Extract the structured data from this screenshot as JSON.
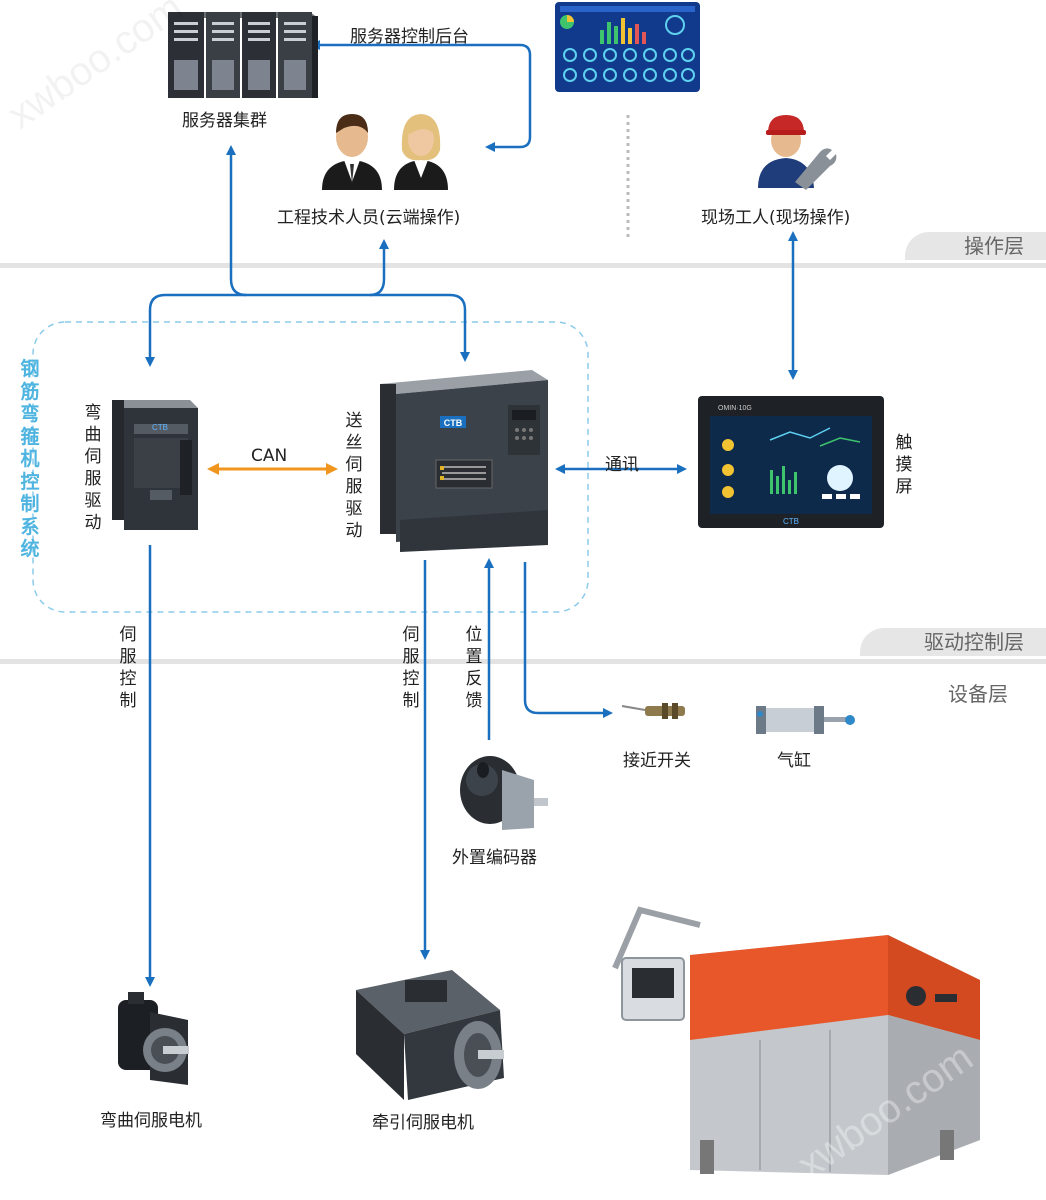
{
  "labels": {
    "server_cluster": "服务器集群",
    "server_backend": "服务器控制后台",
    "engineers": "工程技术人员(云端操作)",
    "field_worker": "现场工人(现场操作)",
    "bend_drive": "弯曲伺服驱动",
    "feed_drive": "送丝伺服驱动",
    "can": "CAN",
    "comm": "通讯",
    "touchscreen": "触摸屏",
    "system_name": "钢筋弯箍机控制系统",
    "servo_ctrl_left": "伺服控制",
    "servo_ctrl_right": "伺服控制",
    "position_feedback": "位置反馈",
    "proximity_switch": "接近开关",
    "cylinder": "气缸",
    "encoder": "外置编码器",
    "bend_motor": "弯曲伺服电机",
    "traction_motor": "牵引伺服电机"
  },
  "layers": {
    "operation": "操作层",
    "drive": "驱动控制层",
    "equipment": "设备层"
  },
  "device_text": {
    "brand": "CTB",
    "hmi_model": "OMIN·10G"
  },
  "watermark": "xwboo.com",
  "colors": {
    "arrow_blue": "#1a6fbf",
    "can_orange": "#f0961e",
    "system_cyan": "#4fb5e0",
    "dashed_box": "#8ccbea",
    "layer_text": "#666666",
    "machine_orange": "#e8572a"
  }
}
